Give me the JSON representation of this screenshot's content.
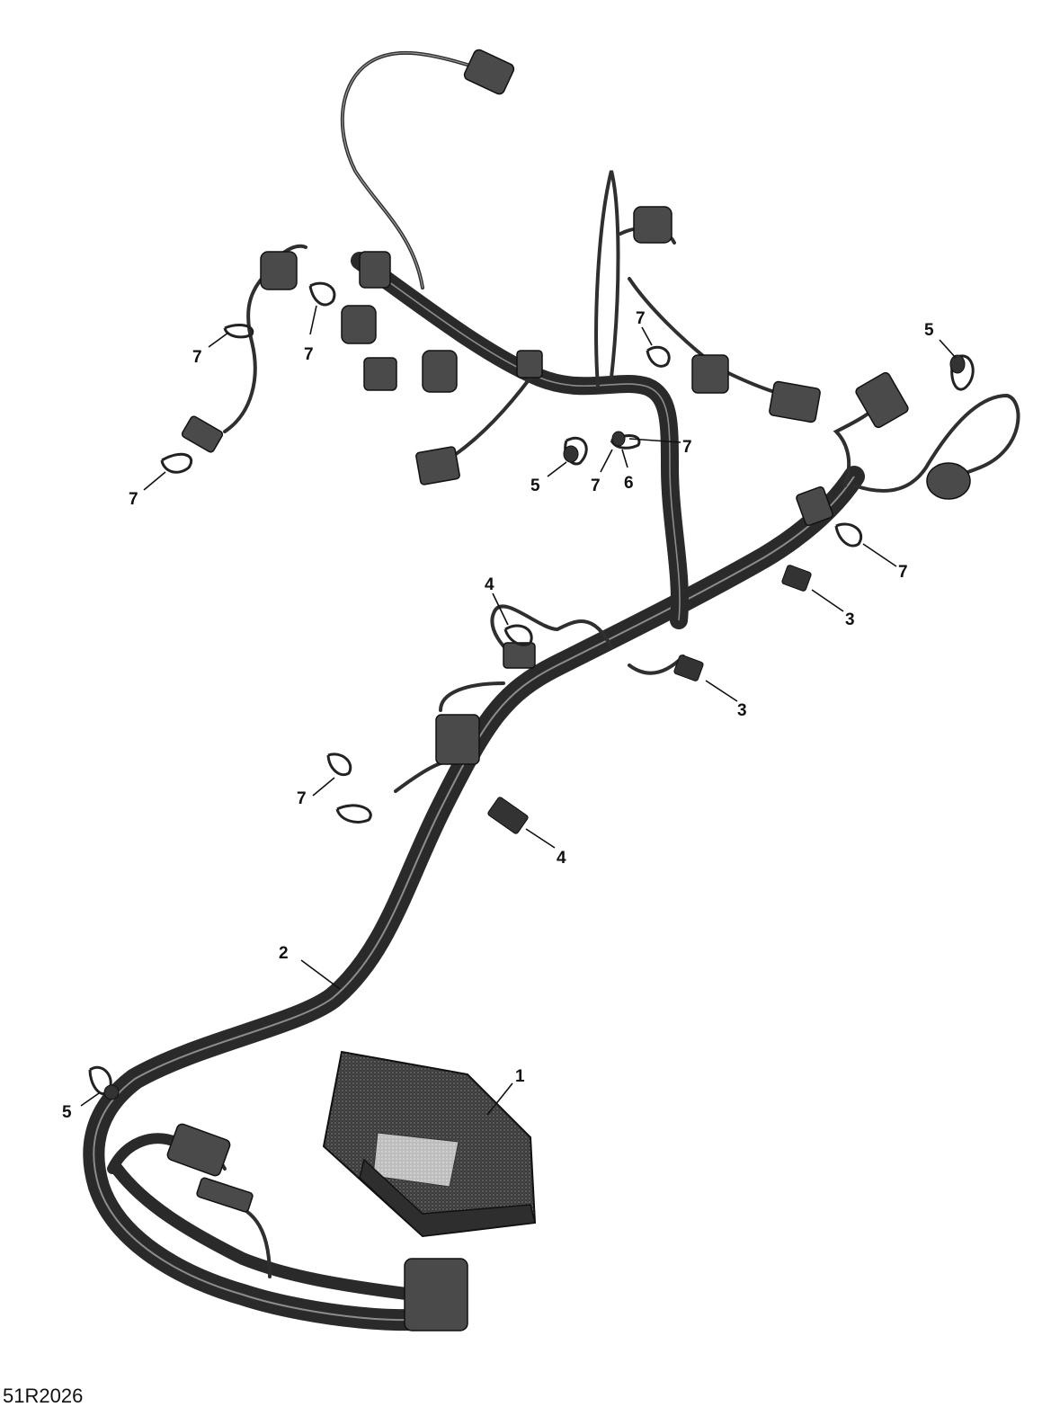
{
  "figure": {
    "reference": "51R2026"
  },
  "callouts": [
    {
      "id": "c1",
      "label": "1"
    },
    {
      "id": "c2",
      "label": "2"
    },
    {
      "id": "c3a",
      "label": "3"
    },
    {
      "id": "c3b",
      "label": "3"
    },
    {
      "id": "c4a",
      "label": "4"
    },
    {
      "id": "c4b",
      "label": "4"
    },
    {
      "id": "c5a",
      "label": "5"
    },
    {
      "id": "c5b",
      "label": "5"
    },
    {
      "id": "c5c",
      "label": "5"
    },
    {
      "id": "c6",
      "label": "6"
    },
    {
      "id": "c7a",
      "label": "7"
    },
    {
      "id": "c7b",
      "label": "7"
    },
    {
      "id": "c7c",
      "label": "7"
    },
    {
      "id": "c7d",
      "label": "7"
    },
    {
      "id": "c7e",
      "label": "7"
    },
    {
      "id": "c7f",
      "label": "7"
    },
    {
      "id": "c7g",
      "label": "7"
    },
    {
      "id": "c7h",
      "label": "7"
    }
  ]
}
